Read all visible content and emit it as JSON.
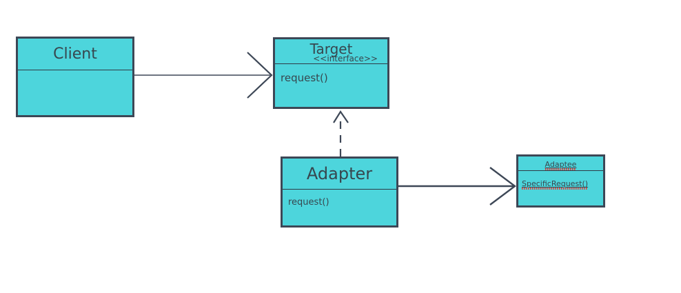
{
  "diagram": {
    "title": "Adapter Pattern UML Class Diagram",
    "type": "uml-class-diagram",
    "background_color": "#FFFFFF",
    "box_fill_color": "#4DD5DC",
    "box_border_color": "#3D4756",
    "text_color": "#37474F",
    "connector_color": "#3D4756",
    "spellcheck_underline_color": "#E53935"
  },
  "classes": [
    {
      "id": "client",
      "name": "Client",
      "stereotype": "",
      "members": [],
      "misspelled": false
    },
    {
      "id": "target",
      "name": "Target",
      "stereotype": "<<interface>>",
      "members": [
        "request()"
      ],
      "misspelled": false
    },
    {
      "id": "adapter",
      "name": "Adapter",
      "stereotype": "",
      "members": [
        "request()"
      ],
      "misspelled": false
    },
    {
      "id": "adaptee",
      "name": "Adaptee",
      "stereotype": "",
      "members": [
        "SpecificRequest()"
      ],
      "misspelled": true
    }
  ],
  "connectors": [
    {
      "id": "client-to-target",
      "from": "client",
      "to": "target",
      "line_style": "solid",
      "arrowhead": "open",
      "relationship": "association",
      "label": ""
    },
    {
      "id": "adapter-to-target",
      "from": "adapter",
      "to": "target",
      "line_style": "dashed",
      "arrowhead": "open",
      "relationship": "realization",
      "label": ""
    },
    {
      "id": "adapter-to-adaptee",
      "from": "adapter",
      "to": "adaptee",
      "line_style": "solid",
      "arrowhead": "open",
      "relationship": "association",
      "label": ""
    }
  ]
}
